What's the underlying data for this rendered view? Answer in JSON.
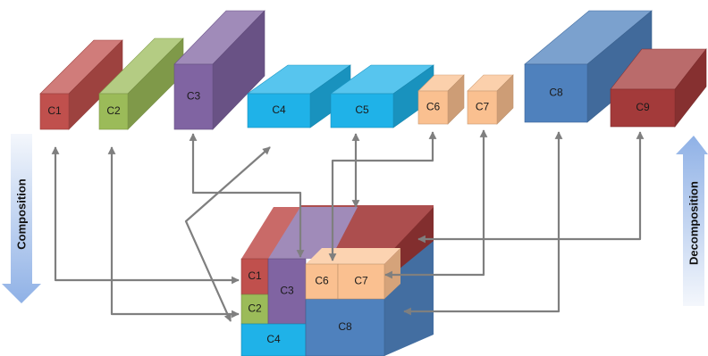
{
  "blocks": [
    {
      "id": "c1",
      "label": "C1",
      "color": "#c0504d"
    },
    {
      "id": "c2",
      "label": "C2",
      "color": "#9bbb59"
    },
    {
      "id": "c3",
      "label": "C3",
      "color": "#8064a2"
    },
    {
      "id": "c4",
      "label": "C4",
      "color": "#1fb2e8"
    },
    {
      "id": "c5",
      "label": "C5",
      "color": "#1fb2e8"
    },
    {
      "id": "c6",
      "label": "C6",
      "color": "#fac090"
    },
    {
      "id": "c7",
      "label": "C7",
      "color": "#fac090"
    },
    {
      "id": "c8",
      "label": "C8",
      "color": "#4f81bd"
    },
    {
      "id": "c9",
      "label": "C9",
      "color": "#a33a3a"
    }
  ],
  "cube": {
    "c1": "C1",
    "c2": "C2",
    "c3": "C3",
    "c4": "C4",
    "c6": "C6",
    "c7": "C7",
    "c8": "C8"
  },
  "labels": {
    "composition": "Composition",
    "decomposition": "Decomposition"
  },
  "colors": {
    "arrow": "#7f7f7f",
    "side_arrow_light": "#eef3fb",
    "side_arrow_dark": "#8fb1e6"
  }
}
